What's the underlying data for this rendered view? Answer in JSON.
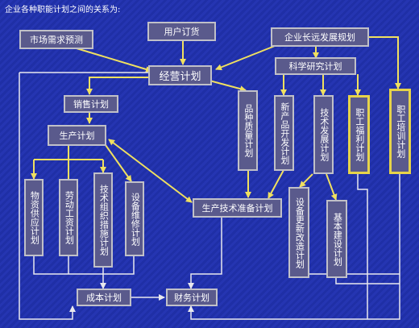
{
  "title": "企业各种职能计划之间的关系为:",
  "boxes": {
    "market_forecast": "市场需求预测",
    "user_orders": "用户订货",
    "long_term_plan": "企业长远发展规划",
    "business_plan": "经营计划",
    "research_plan": "科学研究计划",
    "sales_plan": "销售计划",
    "quality_plan": "品种质量计划",
    "new_product_plan": "新产品开发计划",
    "tech_dev_plan": "技术发展计划",
    "welfare_plan": "职工福利计划",
    "training_plan": "职工培训计划",
    "production_plan": "生产计划",
    "material_plan": "物资供应计划",
    "labor_wage_plan": "劳动工资计划",
    "tech_org_plan": "技术组织措施计划",
    "equipment_repair_plan": "设备维修计划",
    "prod_tech_prep_plan": "生产技术准备计划",
    "equipment_update_plan": "设备更新改造计划",
    "capital_construction_plan": "基本建设计划",
    "cost_plan": "成本计划",
    "finance_plan": "财务计划"
  }
}
